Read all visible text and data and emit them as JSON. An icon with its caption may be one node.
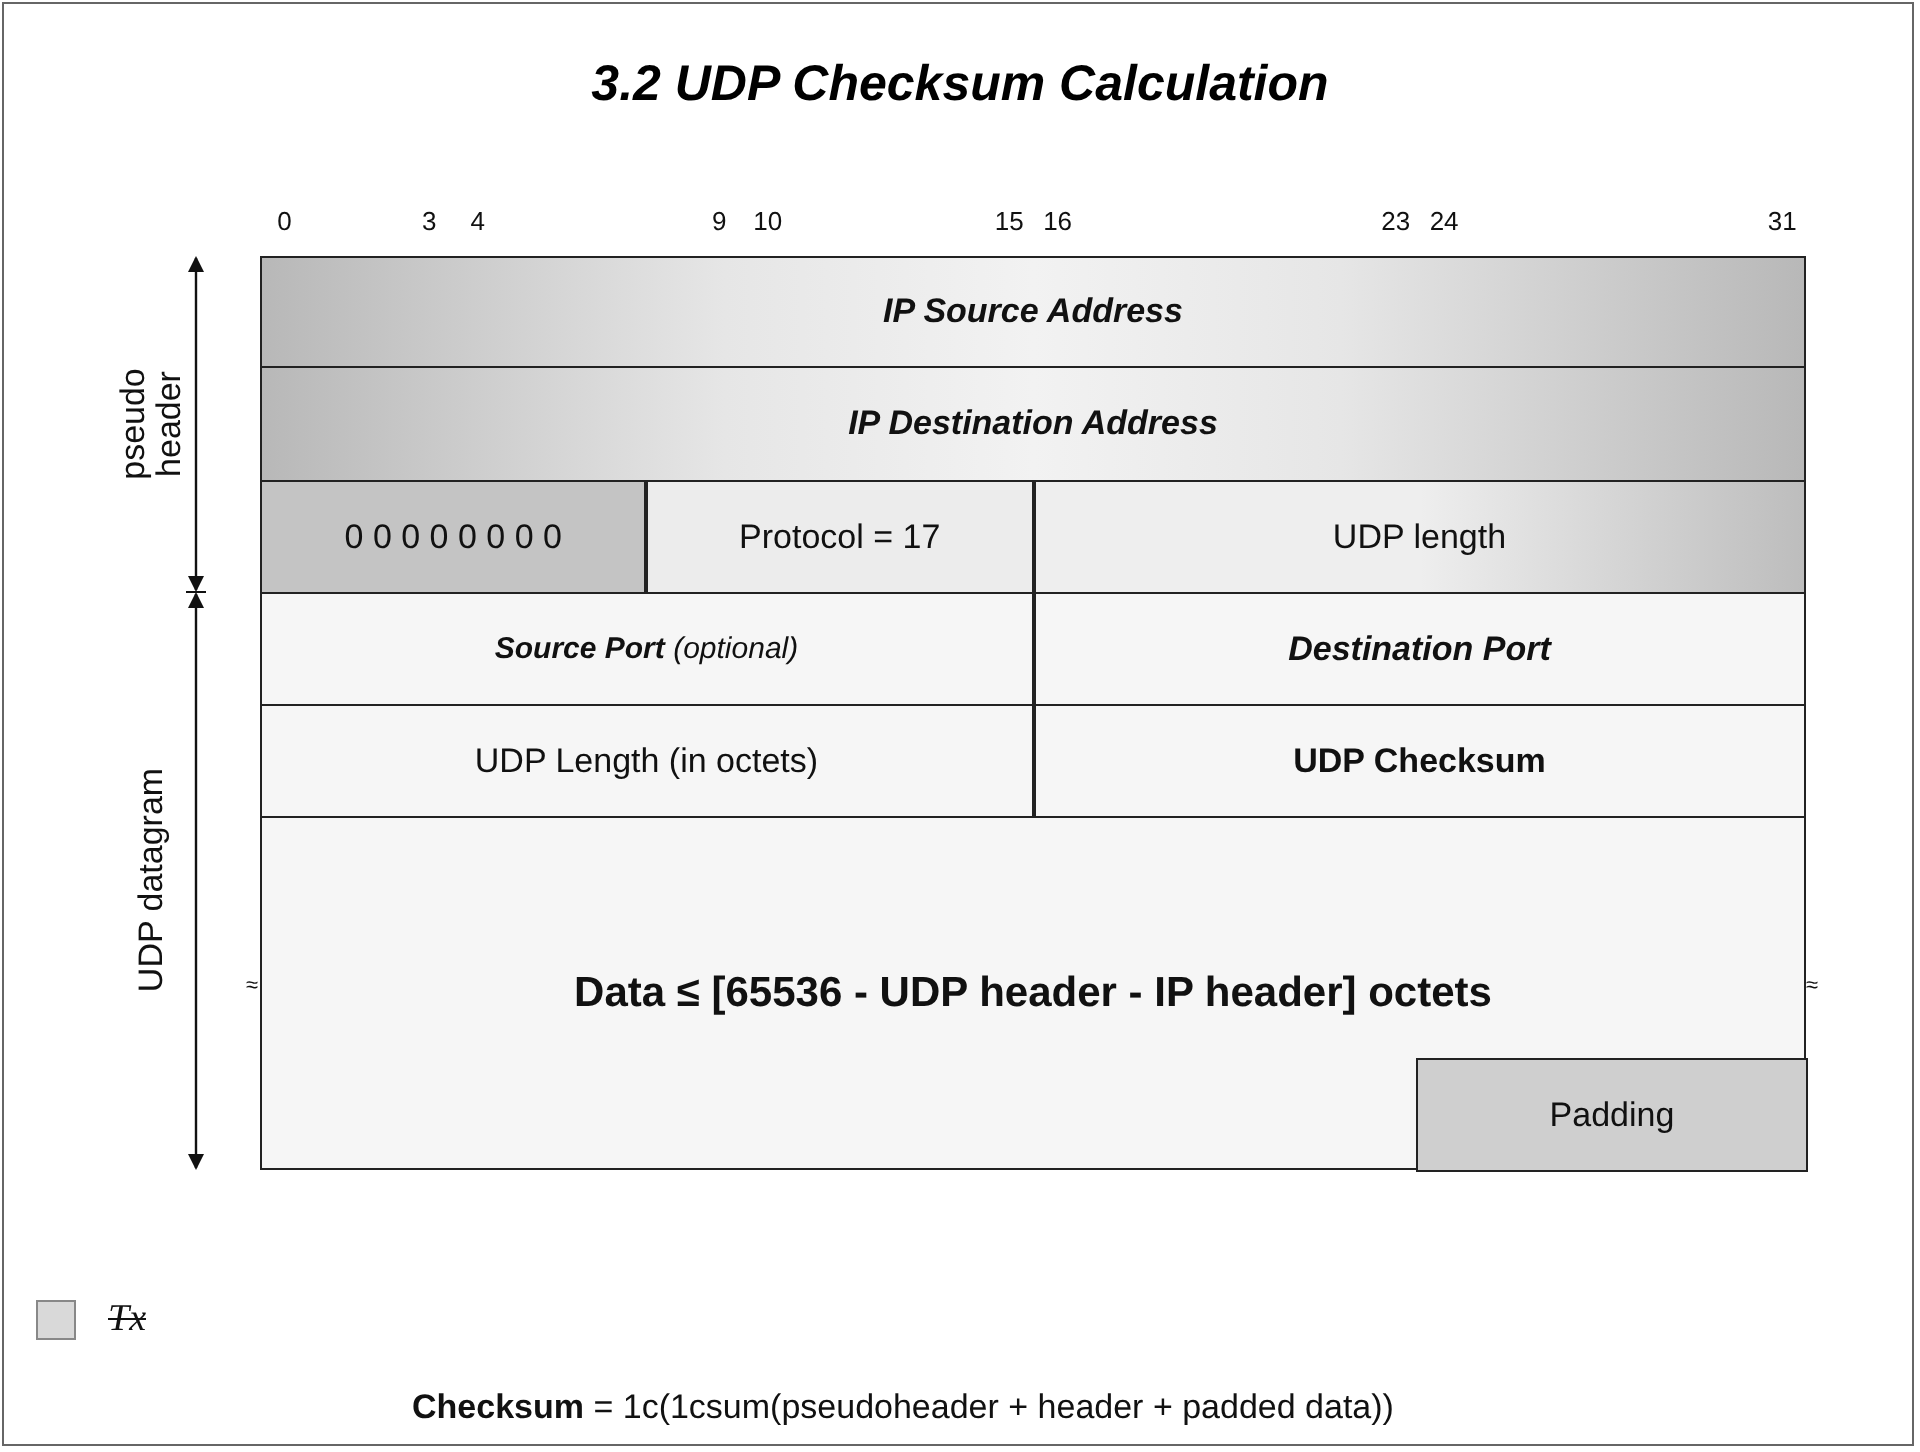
{
  "diagram": {
    "title": "3.2 UDP Checksum Calculation",
    "nodes": [
      {
        "text": [
          "IP Source Address"
        ]
      },
      {
        "text": [
          "IP Destination Address"
        ]
      },
      {
        "text": [
          "0 0 0 0 0 0 0 0"
        ]
      },
      {
        "text": [
          "Protocol = 17"
        ]
      },
      {
        "text": [
          "UDP length"
        ]
      },
      {
        "text": [
          "**Source Port** (optional)"
        ]
      },
      {
        "text": [
          "Destination Port"
        ]
      },
      {
        "text": [
          "UDP Length (in octets)"
        ]
      },
      {
        "text": [
          "UDP Checksum"
        ]
      },
      {
        "text": [
          "Data ≤ [65536 - UDP header - IP header] octets"
        ]
      },
      {
        "text": [
          "Padding"
        ],
        "in": 9
      }
    ],
    "labels": [
      "0",
      "3",
      "4",
      "9",
      "10",
      "15",
      "16",
      "23",
      "24",
      "31",
      "pseudo header",
      "UDP datagram",
      "≈",
      "≈",
      "**Checksum** = 1c(1csum(pseudoheader + header + padded data))"
    ],
    "legend": [
      {
        "text": "Tx",
        "color": "#d9d9d9"
      }
    ]
  }
}
